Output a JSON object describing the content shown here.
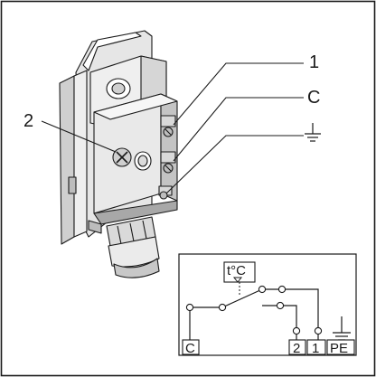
{
  "callouts": {
    "terminal_1": "1",
    "terminal_c": "C",
    "screw_2": "2"
  },
  "wiring": {
    "sensor_label": "t°C",
    "terminals": {
      "c": "C",
      "t2": "2",
      "t1": "1",
      "pe": "PE"
    }
  },
  "colors": {
    "line": "#1a1a1a",
    "housing_light": "#efefef",
    "housing_mid": "#d9d9d9",
    "housing_dark": "#b5b5b5",
    "housing_shadow": "#8e8e8e",
    "background": "#ffffff"
  },
  "icons": {
    "ground": "ground-symbol",
    "sensor": "temperature-sensor-triangle"
  }
}
